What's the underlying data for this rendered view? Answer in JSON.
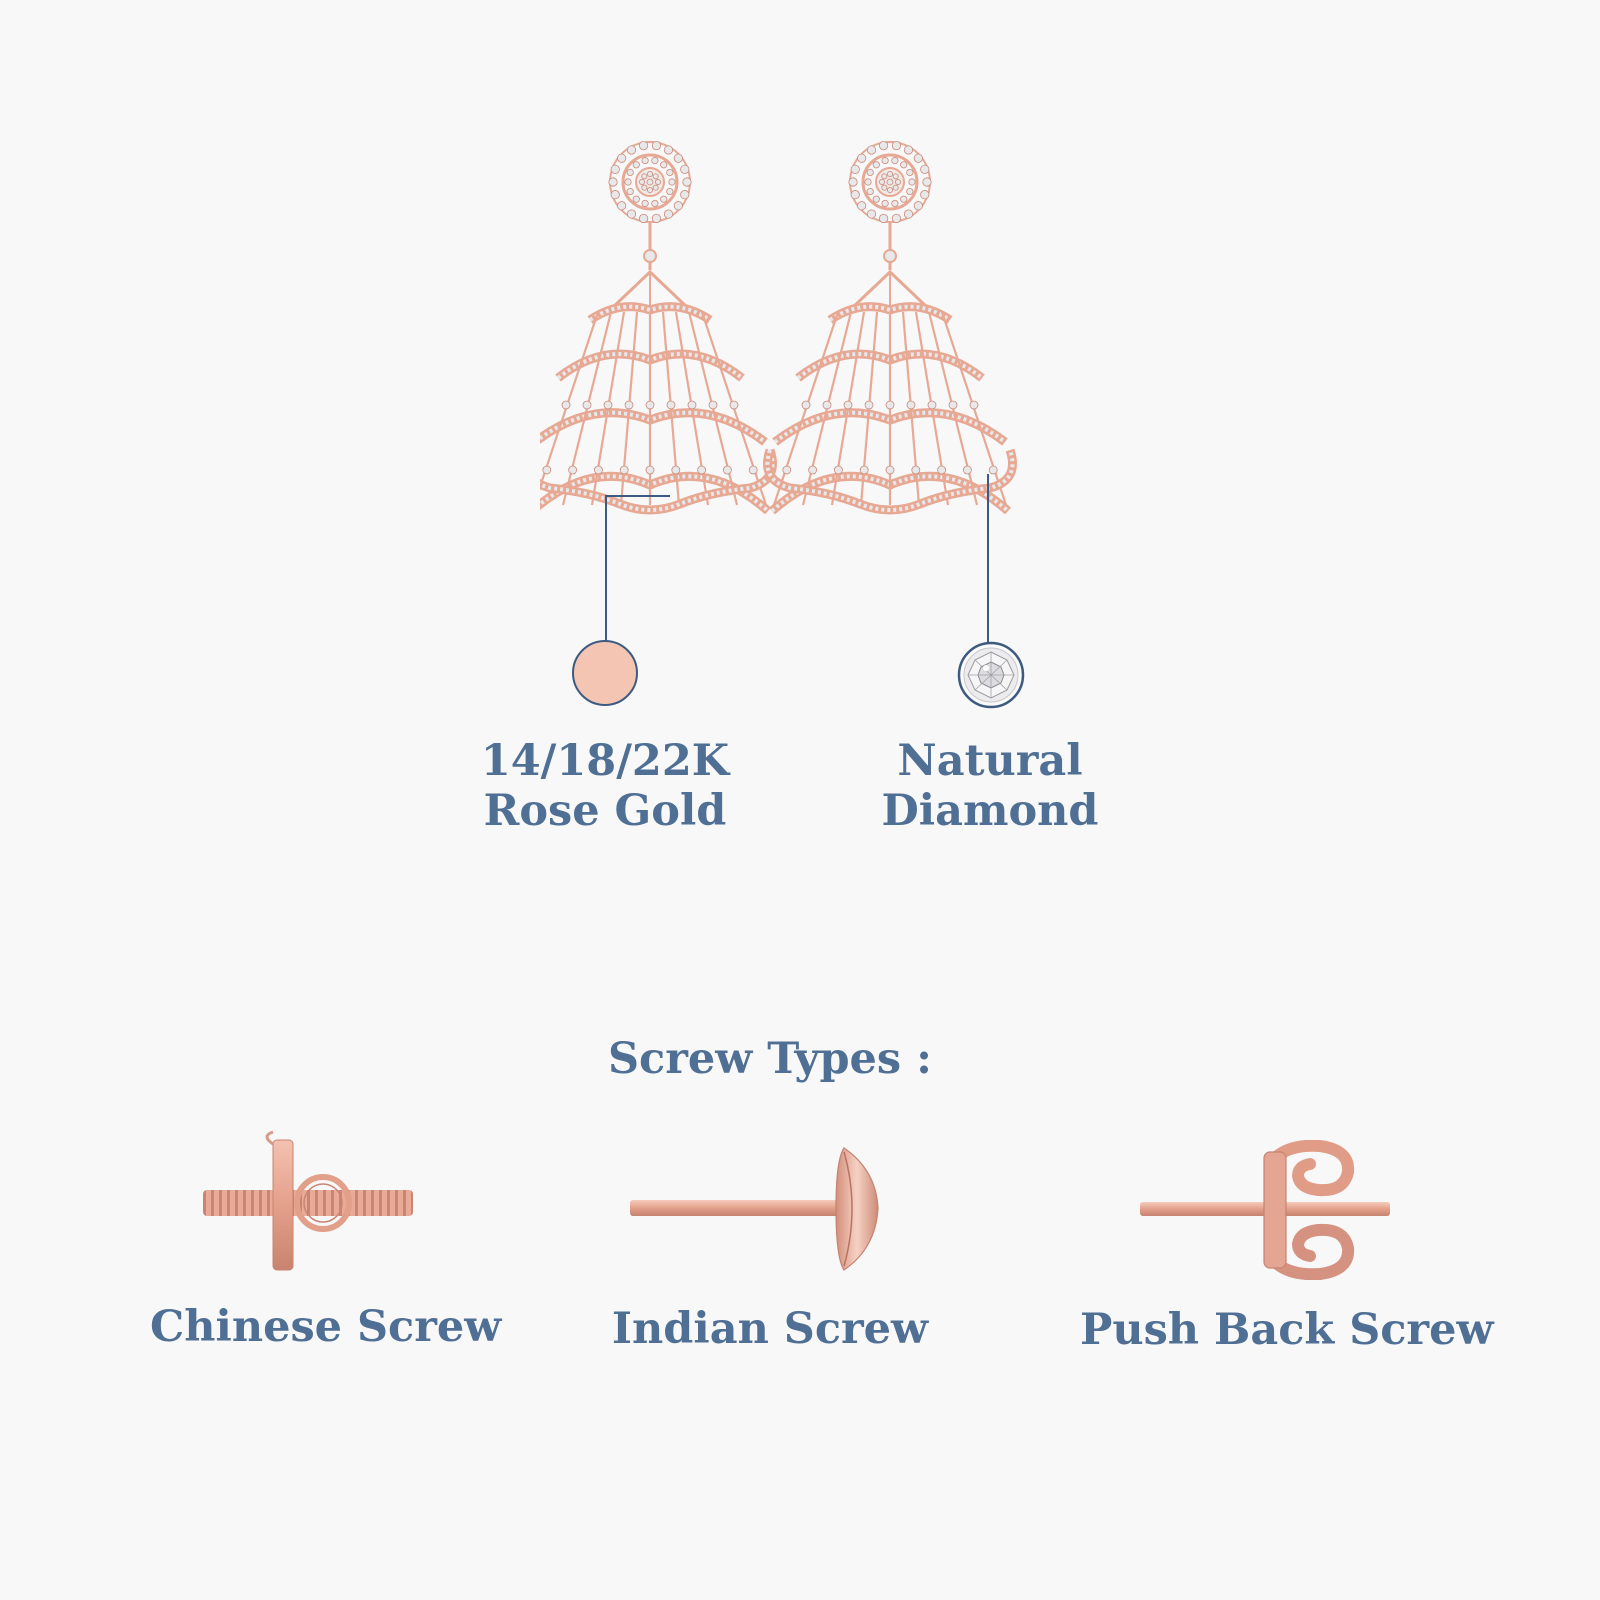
{
  "colors": {
    "text": "#4f6f94",
    "rose_gold": "#f5c5b4",
    "rose_gold_dark": "#d99b88",
    "metal": "#e7a894",
    "metal_shade": "#c98a78",
    "diamond": "#e8e8ea",
    "line": "#3d5a80"
  },
  "product": {
    "image_icon": "diamond-jhumka-earrings-icon"
  },
  "materials": {
    "metal": {
      "line1": "14/18/22K",
      "line2": "Rose Gold",
      "icon": "rose-gold-swatch-icon"
    },
    "stone": {
      "line1": "Natural",
      "line2": "Diamond",
      "icon": "diamond-swatch-icon"
    }
  },
  "screw_types": {
    "title": "Screw Types :",
    "items": [
      {
        "label": "Chinese Screw",
        "icon": "chinese-screw-icon"
      },
      {
        "label": "Indian Screw",
        "icon": "indian-screw-icon"
      },
      {
        "label": "Push Back Screw",
        "icon": "push-back-screw-icon"
      }
    ]
  }
}
